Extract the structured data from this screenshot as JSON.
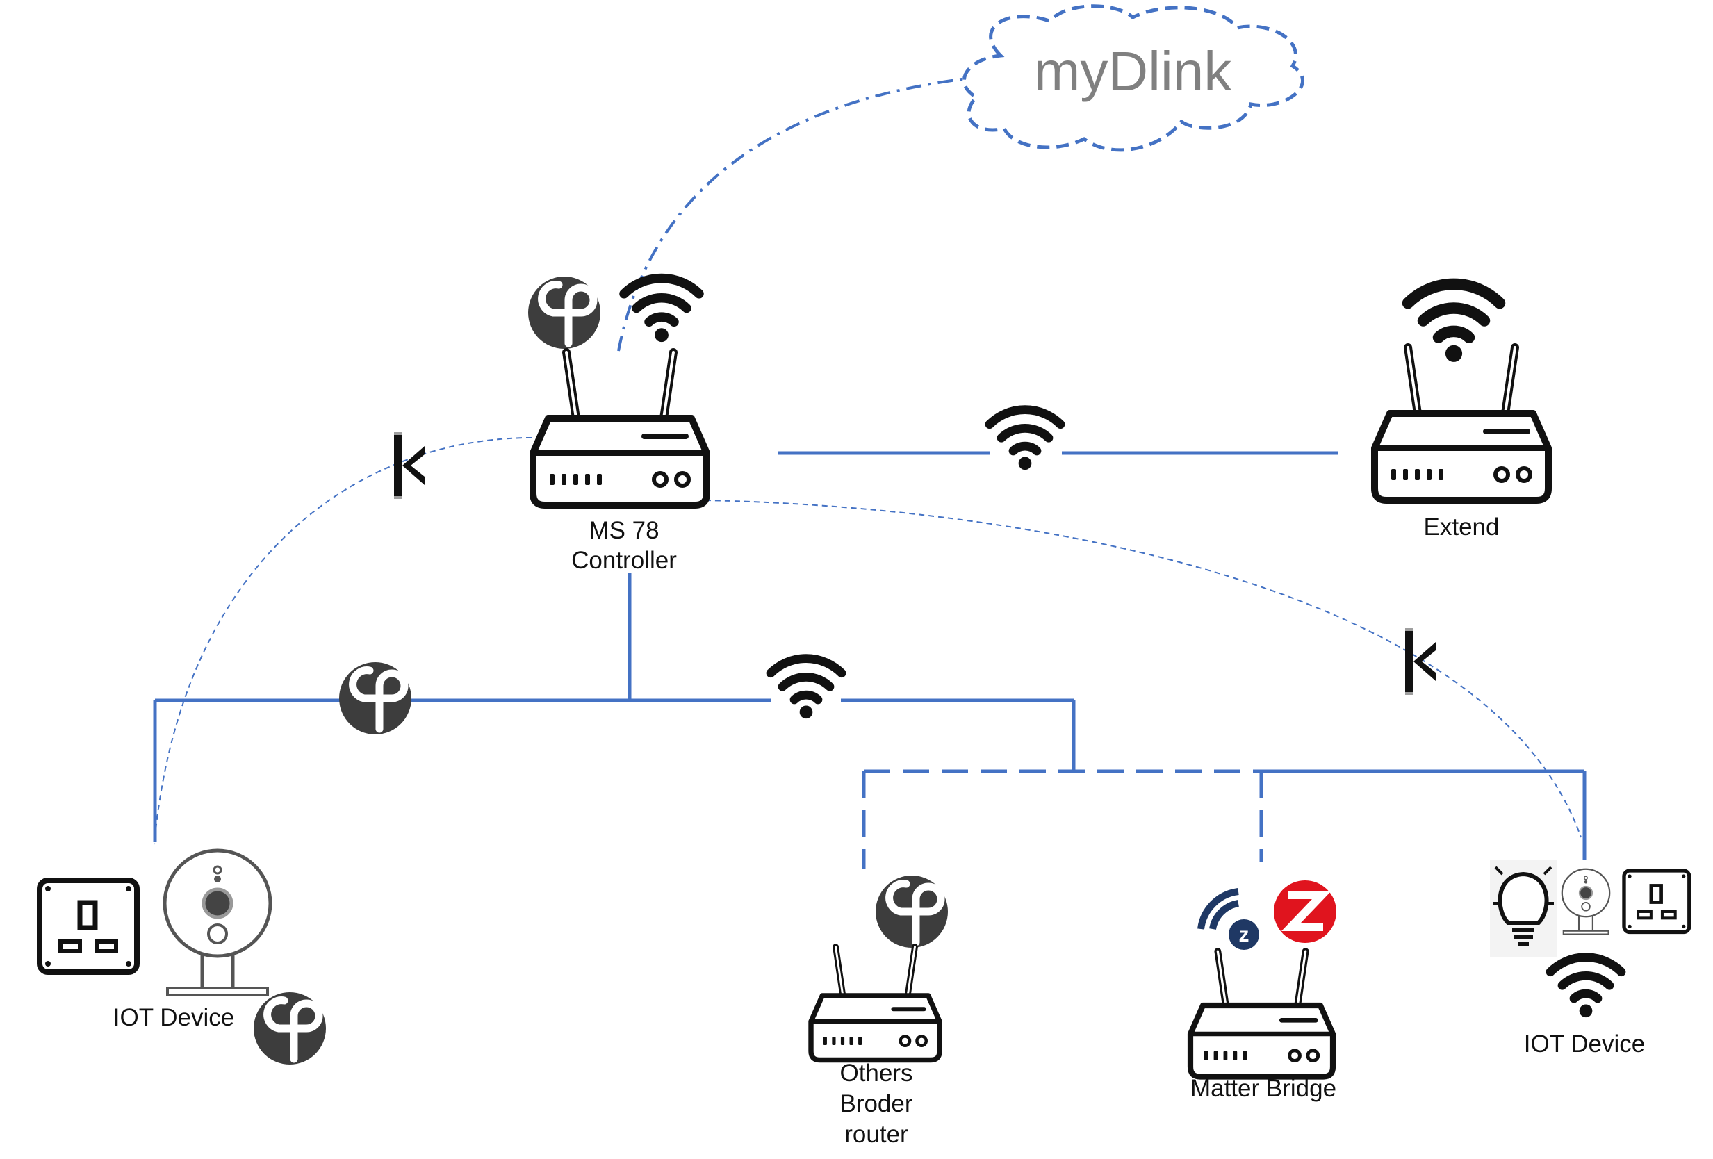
{
  "labels": {
    "cloud": "myDlink",
    "controller_line1": "MS 78",
    "controller_line2": "Controller",
    "extender": "Extend",
    "iot_left": "IOT Device",
    "border_router_line1": "Others",
    "border_router_line2": "Broder",
    "border_router_line3": "router",
    "matter_bridge": "Matter Bridge",
    "iot_right": "IOT Device"
  },
  "colors": {
    "link_blue": "#4472c4",
    "icon_black": "#111111",
    "thread_badge": "#3d3d3d",
    "cloud_text": "#808080",
    "zigbee_red": "#e0141e",
    "zwave_navy": "#1f3864"
  },
  "icons": [
    "router-icon",
    "wifi-icon",
    "thread-icon",
    "zigbee-icon",
    "zwave-icon",
    "bluetooth-icon",
    "power-socket-icon",
    "camera-icon",
    "light-bulb-icon",
    "cloud-icon"
  ]
}
